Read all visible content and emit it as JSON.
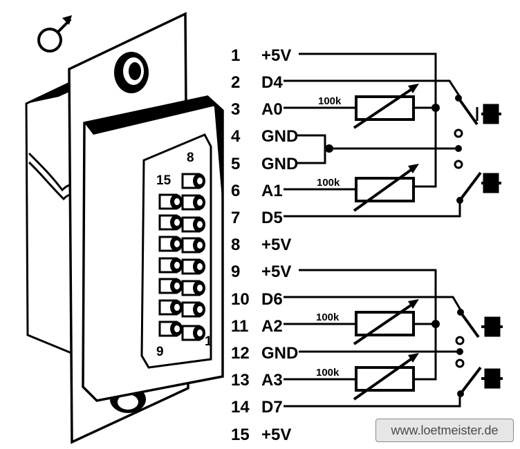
{
  "symbol": "♂",
  "plug_numbers": {
    "top_right": "8",
    "top_left": "15",
    "bottom_left": "9",
    "bottom_right": "1"
  },
  "pins": [
    {
      "num": "1",
      "signal": "+5V"
    },
    {
      "num": "2",
      "signal": "D4"
    },
    {
      "num": "3",
      "signal": "A0"
    },
    {
      "num": "4",
      "signal": "GND"
    },
    {
      "num": "5",
      "signal": "GND"
    },
    {
      "num": "6",
      "signal": "A1"
    },
    {
      "num": "7",
      "signal": "D5"
    },
    {
      "num": "8",
      "signal": "+5V"
    },
    {
      "num": "9",
      "signal": "+5V"
    },
    {
      "num": "10",
      "signal": "D6"
    },
    {
      "num": "11",
      "signal": "A2"
    },
    {
      "num": "12",
      "signal": "GND"
    },
    {
      "num": "13",
      "signal": "A3"
    },
    {
      "num": "14",
      "signal": "D7"
    },
    {
      "num": "15",
      "signal": "+5V"
    }
  ],
  "resistors": [
    "100k",
    "100k",
    "100k",
    "100k"
  ],
  "watermark": "www.loetmeister.de"
}
